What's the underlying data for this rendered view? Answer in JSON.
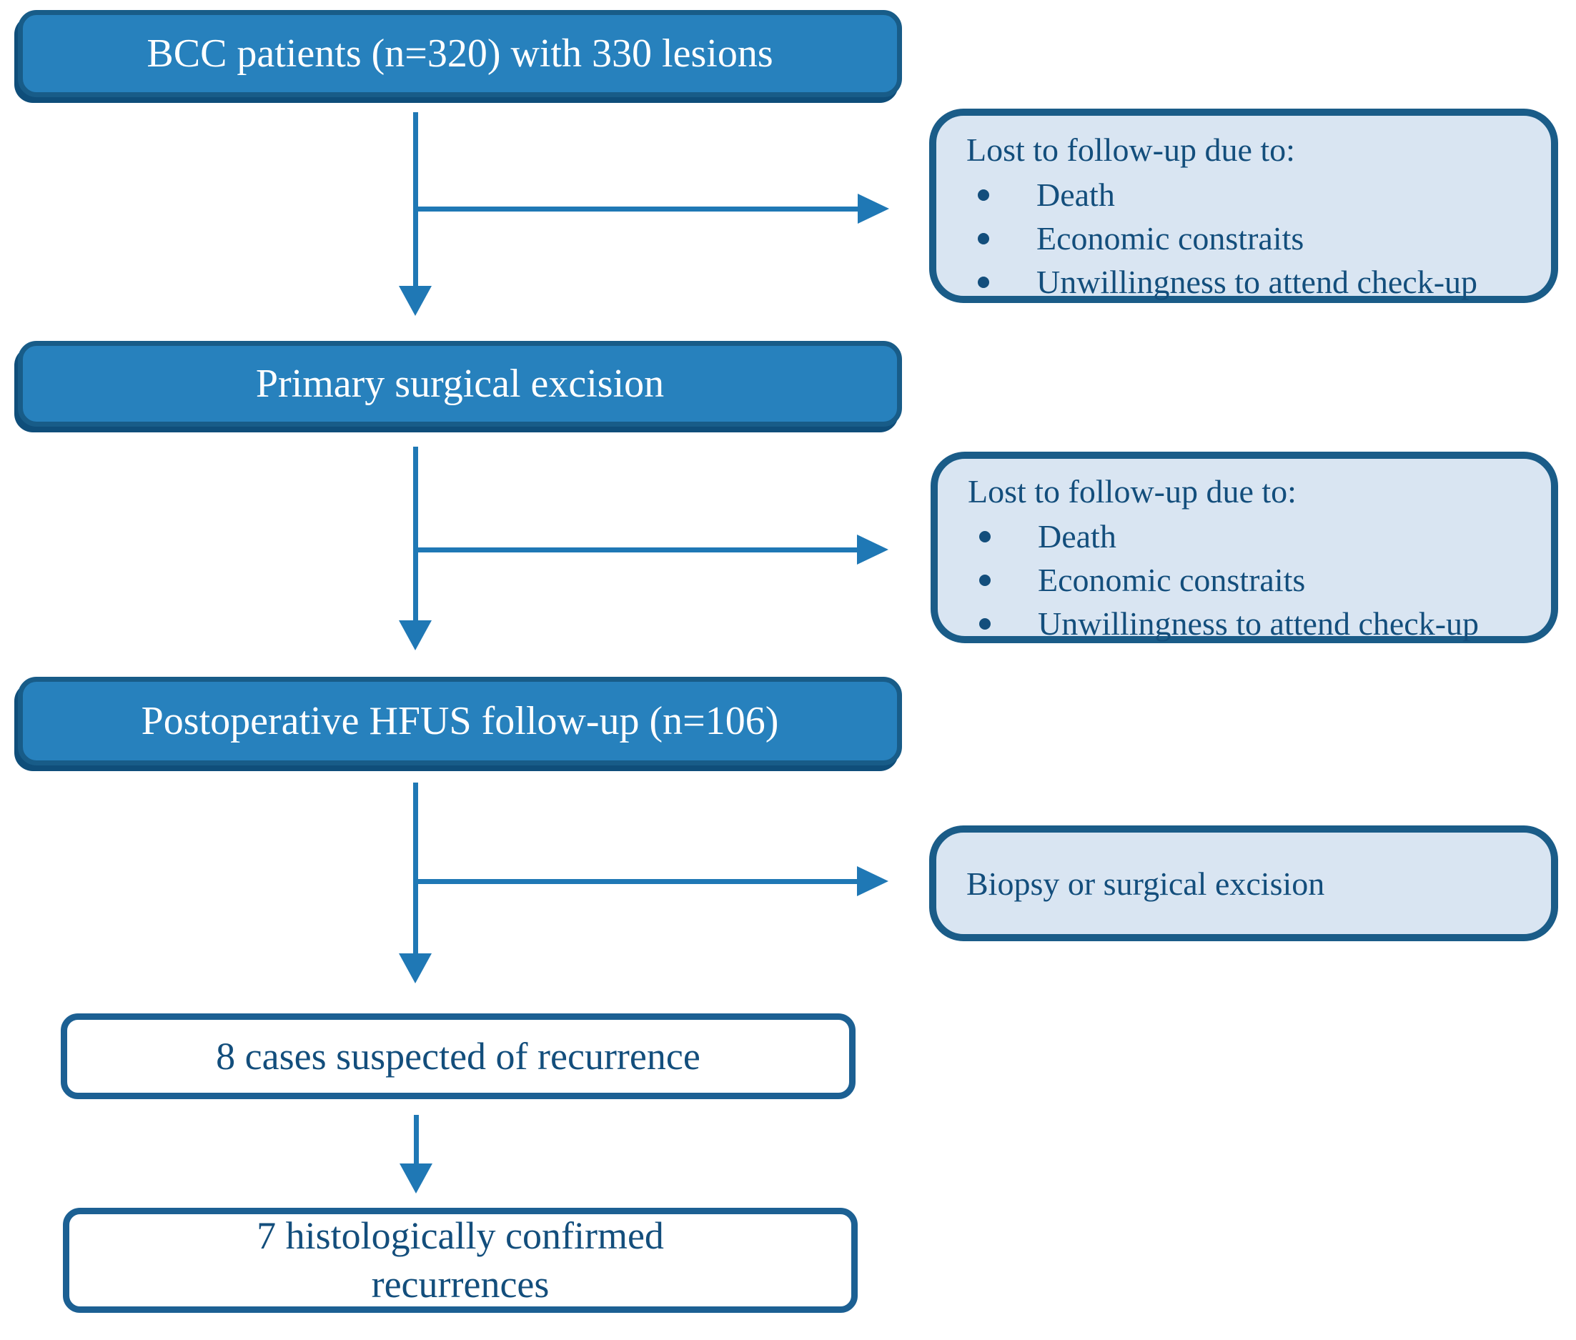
{
  "diagram": {
    "boxes": {
      "patients": {
        "label": "BCC patients (n=320) with 330 lesions"
      },
      "excision": {
        "label": "Primary surgical excision"
      },
      "followup": {
        "label": "Postoperative HFUS follow-up (n=106)"
      },
      "suspected": {
        "label": "8 cases suspected of recurrence"
      },
      "confirmed": {
        "label": "7 histologically confirmed recurrences"
      }
    },
    "side_boxes": {
      "lost1": {
        "title": "Lost to follow-up due to:",
        "bullets": [
          "Death",
          "Economic constraits",
          "Unwillingness to attend check-up"
        ]
      },
      "lost2": {
        "title": "Lost to follow-up due to:",
        "bullets": [
          "Death",
          "Economic constraits",
          "Unwillingness to attend check-up"
        ]
      },
      "biopsy": {
        "label": "Biopsy or surgical excision"
      }
    },
    "colors": {
      "box_fill": "#2781BD",
      "box_border": "#185C88",
      "box_shadow": "#0F4E7A",
      "side_fill": "#D9E5F2",
      "side_border": "#1A5C88",
      "text_dark": "#134E7C",
      "text_light": "#FFFFFF",
      "outcome_border": "#1C6093",
      "arrow": "#1F78B5",
      "background": "#FFFFFF"
    }
  }
}
